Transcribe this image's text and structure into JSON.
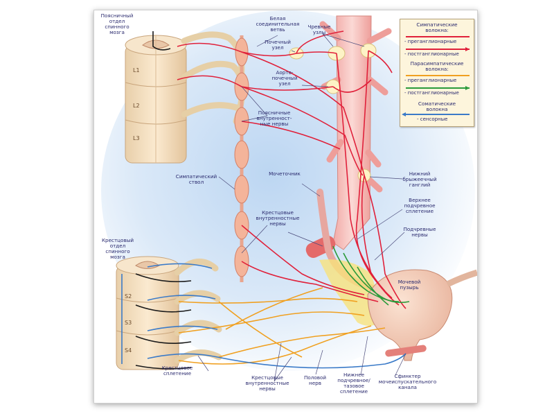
{
  "labels": {
    "lumbar_cord": "Поясничный\nотдел\nспинного\nмозга",
    "white_ramus": "Белая\nсоединительная\nветвь",
    "celiac_ganglia": "Чревные\nузлы",
    "renal_ganglion": "Почечный\nузел",
    "aortorenal_ganglion": "Аорто-\nпочечный\nузел",
    "lumbar_splanchnic": "Поясничные\nвнутренност-\nные нервы",
    "sympathetic_trunk": "Симпатический\nствол",
    "ureter": "Мочеточник",
    "inferior_mesenteric": "Нижний\nбрыжеечный\nганглий",
    "superior_hypogastric": "Верхнее\nподчревное\nсплетение",
    "sacral_splanchnic_top": "Крестцовые\nвнутренностные\nнервы",
    "hypogastric_nerves": "Подчревные\nнервы",
    "sacral_cord": "Крестцовый\nотдел\nспинного\nмозга",
    "bladder": "Мочевой\nпузырь",
    "sacral_plexus": "Крестцовое\nсплетение",
    "sacral_splanchnic_bottom": "Крестцовые\nвнутренностные\nнервы",
    "pudendal_nerve": "Половой\nнерв",
    "inferior_hypogastric": "Нижнее\nподчревное/\nтазовое\nсплетение",
    "sphincter": "Сфинктер\nмочеиспускательного\nканала"
  },
  "segments": {
    "lumbar": [
      "L1",
      "L2",
      "L3"
    ],
    "sacral": [
      "S2",
      "S3",
      "S4"
    ]
  },
  "legend": {
    "sympathetic_title": "Симпатические\nволокна:",
    "sym_pre": "- преганглионарные",
    "sym_post": "- постганглионарные",
    "parasympathetic_title": "Парасимпатические\nволокна:",
    "para_pre": "- преганглионарные",
    "para_post": "- постганглионарные",
    "somatic_title": "Соматические\nволокна",
    "sensory": "- сенсорные"
  },
  "colors": {
    "sympathetic": "#e0203a",
    "parasympathetic_pre": "#f0a020",
    "parasympathetic_post": "#2a9a3a",
    "sensory": "#3a7ac8",
    "cord": "#f6e2c4",
    "chain": "#f4b49a"
  }
}
